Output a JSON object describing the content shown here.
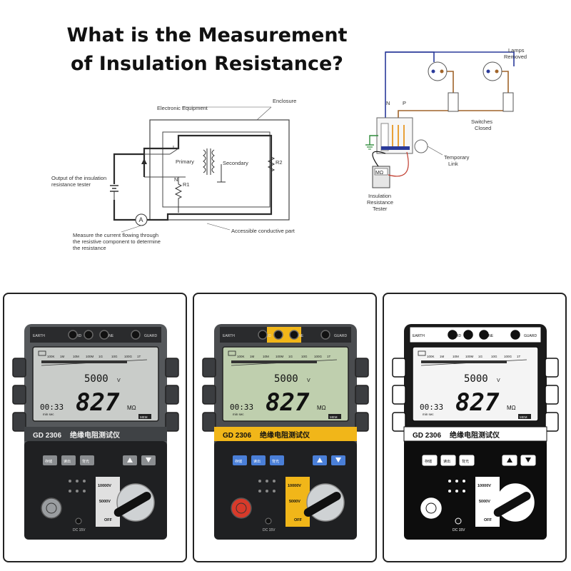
{
  "title_lines": [
    "What is the Measurement",
    "of Insulation Resistance?"
  ],
  "diagram1": {
    "electronic_equipment": "Electronic Equipment",
    "enclosure": "Enclosure",
    "primary": "Primary",
    "secondary": "Secondary",
    "L": "L",
    "N": "N",
    "R1": "R1",
    "R2": "R2",
    "ammeter": "A",
    "output_line1": "Output of the insulation",
    "output_line2": "resistance tester",
    "accessible": "Accessible conductive part",
    "measure_line1": "Measure the current flowing through",
    "measure_line2": "the resistive component to determine",
    "measure_line3": "the resistance"
  },
  "diagram2": {
    "lamps_line1": "Lamps",
    "lamps_line2": "Removed",
    "N": "N",
    "P": "P",
    "switches_line1": "Switches",
    "switches_line2": "Closed",
    "temp_line1": "Temporary",
    "temp_line2": "Link",
    "tester_symbol": "MΩ",
    "tester_line1": "Insulation",
    "tester_line2": "Resistance",
    "tester_line3": "Tester",
    "colors": {
      "blue": "#2a3a9a",
      "brown": "#a0642a",
      "red": "#c0392b",
      "green": "#2e8b3a"
    }
  },
  "meter": {
    "terminals": [
      "EARTH",
      "GUARD",
      "LINE",
      "GUARD"
    ],
    "scale": [
      "100K",
      "1M",
      "10M",
      "100M",
      "1G",
      "10G",
      "100G",
      "1T"
    ],
    "voltage_reading": "5000",
    "voltage_unit": "V",
    "main_reading": "827",
    "main_unit": "MΩ",
    "time_reading": "00:33",
    "time_unit": "min sec",
    "mem": "MEM",
    "model": "GD 2306",
    "model_cn": "绝缘电阻测试仪",
    "buttons_cn": [
      "存储",
      "读出",
      "背光"
    ],
    "range_1": "10000V",
    "range_2": "5000V",
    "off": "OFF",
    "dc": "DC 15V",
    "variants": [
      {
        "name": "gray",
        "body": "#55585b",
        "lcd": "#c9ccc9",
        "band": "#3f4245",
        "accent": "#e0e0e0",
        "btn": "#8a8d90"
      },
      {
        "name": "yellow",
        "body": "#4a4c4f",
        "lcd": "#bfcfae",
        "band": "#f1b619",
        "accent": "#f1b619",
        "btn": "#4a7fd8"
      },
      {
        "name": "mono",
        "body": "#1a1a1a",
        "lcd": "#f4f4f4",
        "band": "#ffffff",
        "accent": "#ffffff",
        "btn": "#ffffff"
      }
    ]
  }
}
